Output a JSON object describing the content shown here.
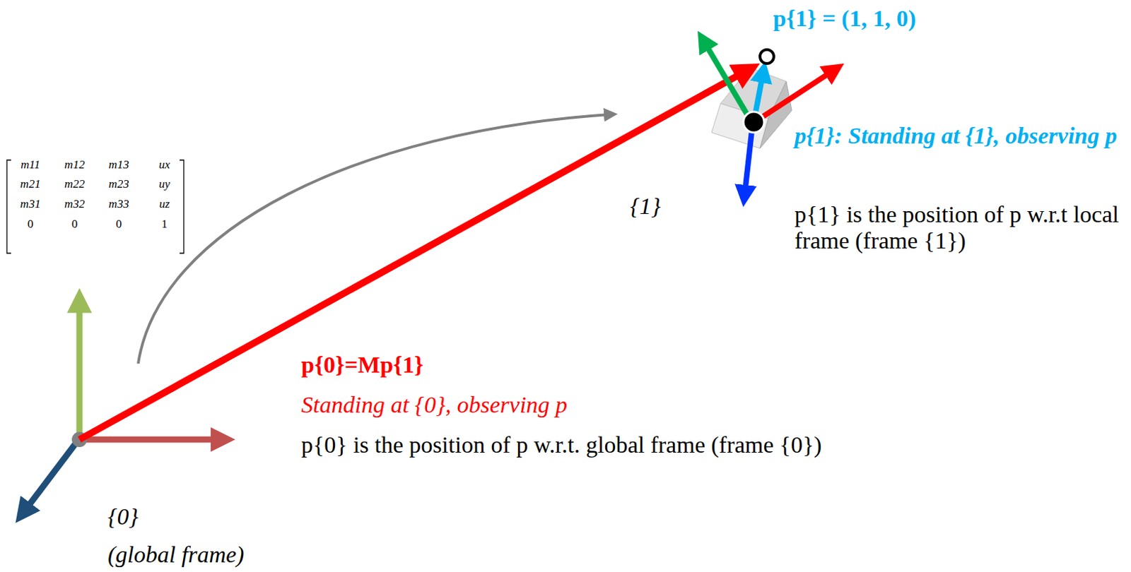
{
  "diagram": {
    "labels": [
      "p{1} = (1, 1, 0)",
      "p{1}: Standing at {1}, observing p",
      "p{1} is the position of p w.r.t local frame (frame {1})",
      "{1}",
      "p{0}=Mp{1}",
      "Standing at {0}, observing p",
      "p{0} is the position of p w.r.t. global frame (frame {0})",
      "{0}",
      "(global frame)",
      "m11",
      "m12",
      "m13",
      "ux",
      "m21",
      "m22",
      "m23",
      "uy",
      "m31",
      "m32",
      "m33",
      "uz",
      "0",
      "0",
      "0",
      "1"
    ]
  }
}
